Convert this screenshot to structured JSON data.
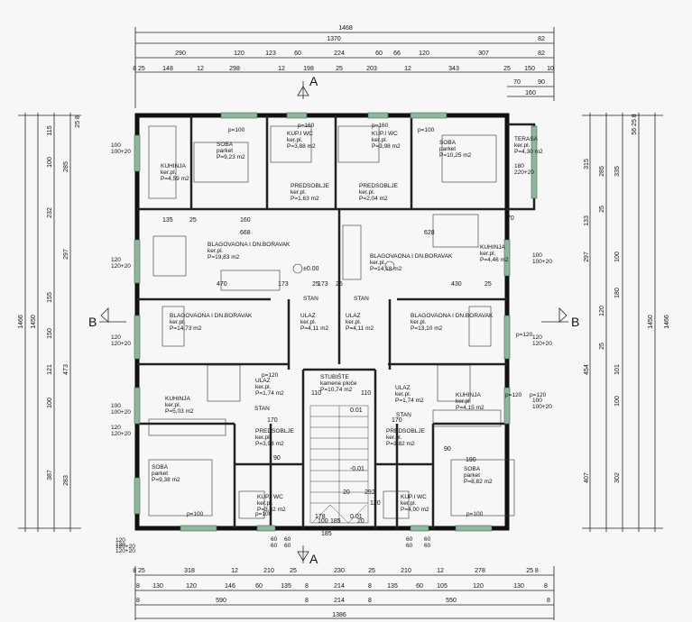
{
  "dims_top": {
    "total": "1468",
    "r2_total": "1370",
    "r2_right": "82",
    "r3": [
      "290",
      "120",
      "123",
      "60",
      "224",
      "60",
      "66",
      "120",
      "307"
    ],
    "r3_right": "82",
    "r4": [
      "8 25",
      "148",
      "12",
      "298",
      "12",
      "198",
      "25",
      "203",
      "12",
      "343",
      "25",
      "150",
      "10"
    ],
    "r5": [
      "70",
      "90"
    ],
    "r6": "160"
  },
  "dims_bottom": {
    "r1": [
      "8 25",
      "318",
      "12",
      "210",
      "25",
      "230",
      "25",
      "210",
      "12",
      "278",
      "25 8"
    ],
    "r2": [
      "8",
      "130",
      "120",
      "146",
      "60",
      "135",
      "8",
      "214",
      "8",
      "135",
      "60",
      "105",
      "120",
      "130",
      "8"
    ],
    "r3": [
      "8",
      "590",
      "8",
      "214",
      "8",
      "550",
      "8"
    ],
    "total": "1386"
  },
  "dims_left": {
    "outer": "1466",
    "inner": "1450",
    "c1": [
      "115",
      "100",
      "232",
      "155",
      "150",
      "121",
      "100",
      "387"
    ],
    "c2": [
      "285",
      "297",
      "473",
      "283"
    ],
    "top_mark": "25 8"
  },
  "dims_right": {
    "outer": "1466",
    "inner": "1450",
    "c1": [
      "315",
      "133",
      "297",
      "454",
      "407"
    ],
    "c2": [
      "335",
      "100",
      "180",
      "101",
      "100",
      "302"
    ],
    "c3": [
      "285",
      "25",
      "120",
      "25"
    ],
    "top_mark": "56 25 8"
  },
  "sections": {
    "a_top": "A",
    "a_bottom": "A",
    "b_left": "B",
    "b_right": "B"
  },
  "rooms": [
    {
      "t": "SOBA\nparket\nP=9,23 m2"
    },
    {
      "t": "KUHINJA\nker.pl.\nP=4,59 m2"
    },
    {
      "t": "KUP.I WC\nker.pl.\nP=3,88 m2"
    },
    {
      "t": "KUP.I WC\nker.pl.\nP=3,98 m2"
    },
    {
      "t": "SOBA\nparket\nP=10,25 m2"
    },
    {
      "t": "TERASA\nker.pl.\nP=4,30 m2"
    },
    {
      "t": "PREDSOBLJE\nker.pl.\nP=1,63 m2"
    },
    {
      "t": "PREDSOBLJE\nker.pl.\nP=2,04 m2"
    },
    {
      "t": "BLAGOVAONA I DN.BORAVAK\nker.pl.\nP=19,83 m2"
    },
    {
      "t": "BLAGOVAONA I DN.BORAVAK\nker.pl.\nP=14,18 m2"
    },
    {
      "t": "KUHINJA\nker.pl.\nP=4,46 m2"
    },
    {
      "t": "BLAGOVAONA I DN.BORAVAK\nker.pl.\nP=14,73 m2"
    },
    {
      "t": "ULAZ\nker.pl.\nP=4,11 m2"
    },
    {
      "t": "ULAZ\nker.pl.\nP=4,11 m2"
    },
    {
      "t": "BLAGOVAONA I DN.BORAVAK\nker.pl.\nP=13,10 m2"
    },
    {
      "t": "STUBIŠTE\nkamene ploče\nP=10,74 m2"
    },
    {
      "t": "ULAZ\nker.pl.\nP=1,74 m2"
    },
    {
      "t": "ULAZ\nker.pl.\nP=1,74 m2"
    },
    {
      "t": "KUHINJA\nker.pl.\nP=5,03 m2"
    },
    {
      "t": "KUHINJA\nker.pl.\nP=4,15 m2"
    },
    {
      "t": "PREDSOBLJE\nker.pl.\nP=3,98 m2"
    },
    {
      "t": "PREDSOBLJE\nker.pl.\nP=3,82 m2"
    },
    {
      "t": "SOBA\nparket\nP=9,38 m2"
    },
    {
      "t": "KUP.I WC\nker.pl.\nP=3,82 m2"
    },
    {
      "t": "KUP.I WC\nker.pl.\nP=4,00 m2"
    },
    {
      "t": "SOBA\nparket\nP=8,82 m2"
    }
  ],
  "stan_labels": [
    "STAN",
    "STAN",
    "STAN",
    "STAN"
  ],
  "inner_dims": [
    "668",
    "628",
    "135",
    "25",
    "160",
    "173",
    "25",
    "173",
    "25",
    "470",
    "430",
    "70",
    "25",
    "170",
    "170",
    "110",
    "110",
    "90",
    "90",
    "190",
    "292",
    "178",
    "185",
    "100",
    "120",
    "20",
    "185",
    "20",
    "25"
  ],
  "openings": [
    "p=100",
    "p=160",
    "p=160",
    "p=100",
    "p=120",
    "p=120",
    "p=100",
    "p=100",
    "p=100",
    "p=120",
    "p=120",
    "100\n100+20",
    "120\n120+20",
    "120\n120+20",
    "120\n120+20",
    "100\n100+20",
    "100\n100+20",
    "120\n120+20",
    "100\n100+20",
    "180\n220+20",
    "60\n60",
    "60\n60",
    "120\n120+20",
    "120\n120+20",
    "60\n60",
    "60\n60"
  ],
  "levels": [
    "±0.00",
    "-0.01",
    "0.01",
    "0.01"
  ]
}
